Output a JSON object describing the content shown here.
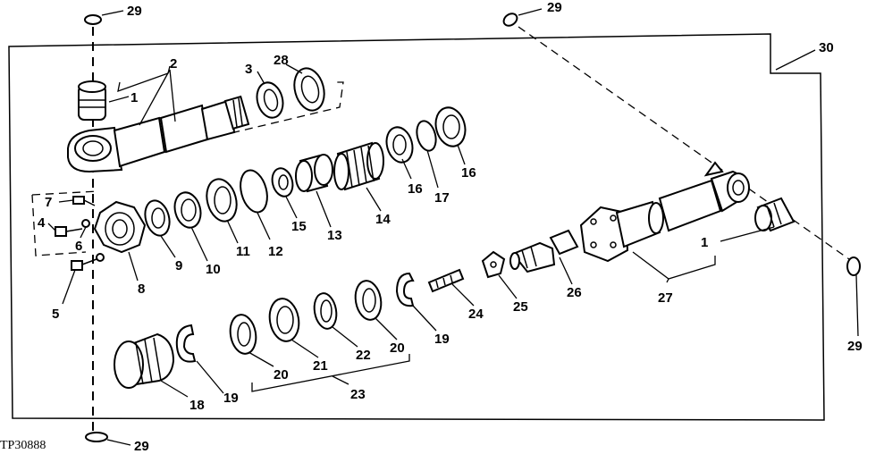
{
  "figure_code": "TP30888",
  "callouts": [
    {
      "id": "c29a",
      "text": "29"
    },
    {
      "id": "c29b",
      "text": "29"
    },
    {
      "id": "c29c",
      "text": "29"
    },
    {
      "id": "c29d",
      "text": "29"
    },
    {
      "id": "c30",
      "text": "30"
    },
    {
      "id": "c2",
      "text": "2"
    },
    {
      "id": "c1a",
      "text": "1"
    },
    {
      "id": "c3",
      "text": "3"
    },
    {
      "id": "c28",
      "text": "28"
    },
    {
      "id": "c16a",
      "text": "16"
    },
    {
      "id": "c16b",
      "text": "16"
    },
    {
      "id": "c17",
      "text": "17"
    },
    {
      "id": "c14",
      "text": "14"
    },
    {
      "id": "c13",
      "text": "13"
    },
    {
      "id": "c15",
      "text": "15"
    },
    {
      "id": "c12",
      "text": "12"
    },
    {
      "id": "c11",
      "text": "11"
    },
    {
      "id": "c10",
      "text": "10"
    },
    {
      "id": "c9",
      "text": "9"
    },
    {
      "id": "c7",
      "text": "7"
    },
    {
      "id": "c4",
      "text": "4"
    },
    {
      "id": "c6",
      "text": "6"
    },
    {
      "id": "c8",
      "text": "8"
    },
    {
      "id": "c5",
      "text": "5"
    },
    {
      "id": "c1b",
      "text": "1"
    },
    {
      "id": "c27",
      "text": "27"
    },
    {
      "id": "c26",
      "text": "26"
    },
    {
      "id": "c25",
      "text": "25"
    },
    {
      "id": "c24",
      "text": "24"
    },
    {
      "id": "c19a",
      "text": "19"
    },
    {
      "id": "c20a",
      "text": "20"
    },
    {
      "id": "c22",
      "text": "22"
    },
    {
      "id": "c21",
      "text": "21"
    },
    {
      "id": "c20b",
      "text": "20"
    },
    {
      "id": "c23",
      "text": "23"
    },
    {
      "id": "c18",
      "text": "18"
    },
    {
      "id": "c19b",
      "text": "19"
    }
  ]
}
